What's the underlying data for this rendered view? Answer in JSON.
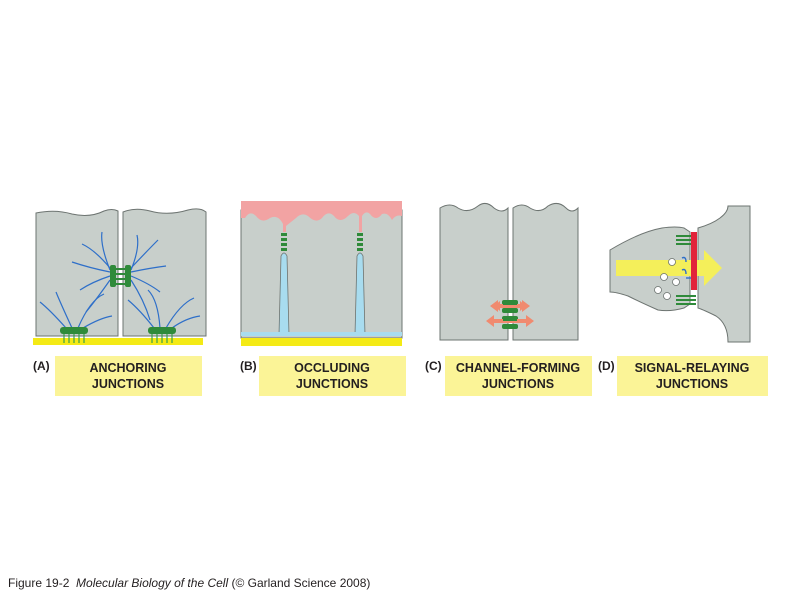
{
  "panels": [
    {
      "letter": "(A)",
      "label_line1": "ANCHORING",
      "label_line2": "JUNCTIONS"
    },
    {
      "letter": "(B)",
      "label_line1": "OCCLUDING",
      "label_line2": "JUNCTIONS"
    },
    {
      "letter": "(C)",
      "label_line1": "CHANNEL-FORMING",
      "label_line2": "JUNCTIONS"
    },
    {
      "letter": "(D)",
      "label_line1": "SIGNAL-RELAYING",
      "label_line2": "JUNCTIONS"
    }
  ],
  "caption": {
    "figure_number": "Figure 19-2",
    "book_title": "Molecular Biology of the Cell",
    "publisher": "(© Garland Science 2008)"
  },
  "colors": {
    "cell_fill": "#c8cfcb",
    "cell_outline": "#6d7471",
    "basal_lamina": "#f4ea15",
    "label_box": "#fbf497",
    "junction_green": "#2f8a3a",
    "filament_blue": "#2e6fc9",
    "lumen_pink": "#f2a3a3",
    "space_blue": "#a8dcef",
    "arrow_salmon": "#f08a6f",
    "arrow_yellow": "#f4ef5a",
    "receptor_red": "#e2233a"
  }
}
